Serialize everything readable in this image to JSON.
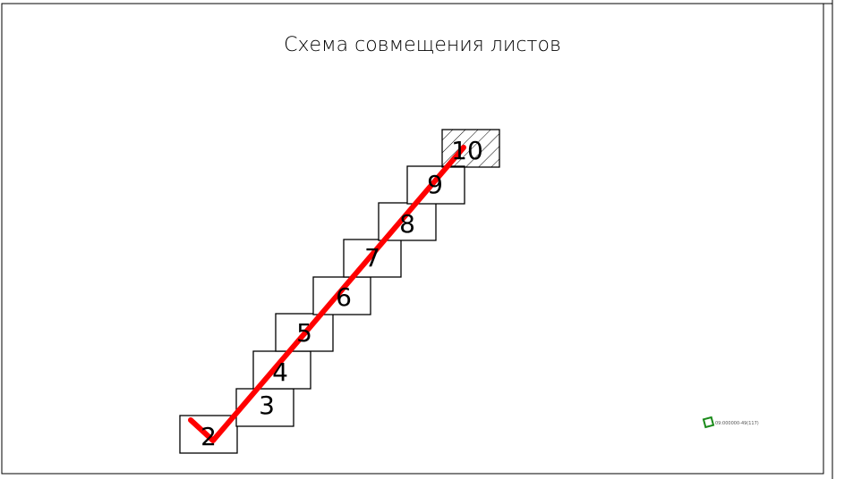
{
  "title": "Схема совмещения листов",
  "sheets": [
    {
      "label": "2",
      "hatched": false
    },
    {
      "label": "3",
      "hatched": false
    },
    {
      "label": "4",
      "hatched": false
    },
    {
      "label": "5",
      "hatched": false
    },
    {
      "label": "6",
      "hatched": false
    },
    {
      "label": "7",
      "hatched": false
    },
    {
      "label": "8",
      "hatched": false
    },
    {
      "label": "9",
      "hatched": false
    },
    {
      "label": "10",
      "hatched": true
    }
  ],
  "marker": {
    "label": "09:000000-49(117)",
    "color": "#1a8a1a"
  },
  "colors": {
    "path": "#ff0000",
    "frame": "#000000",
    "background": "#ffffff"
  }
}
